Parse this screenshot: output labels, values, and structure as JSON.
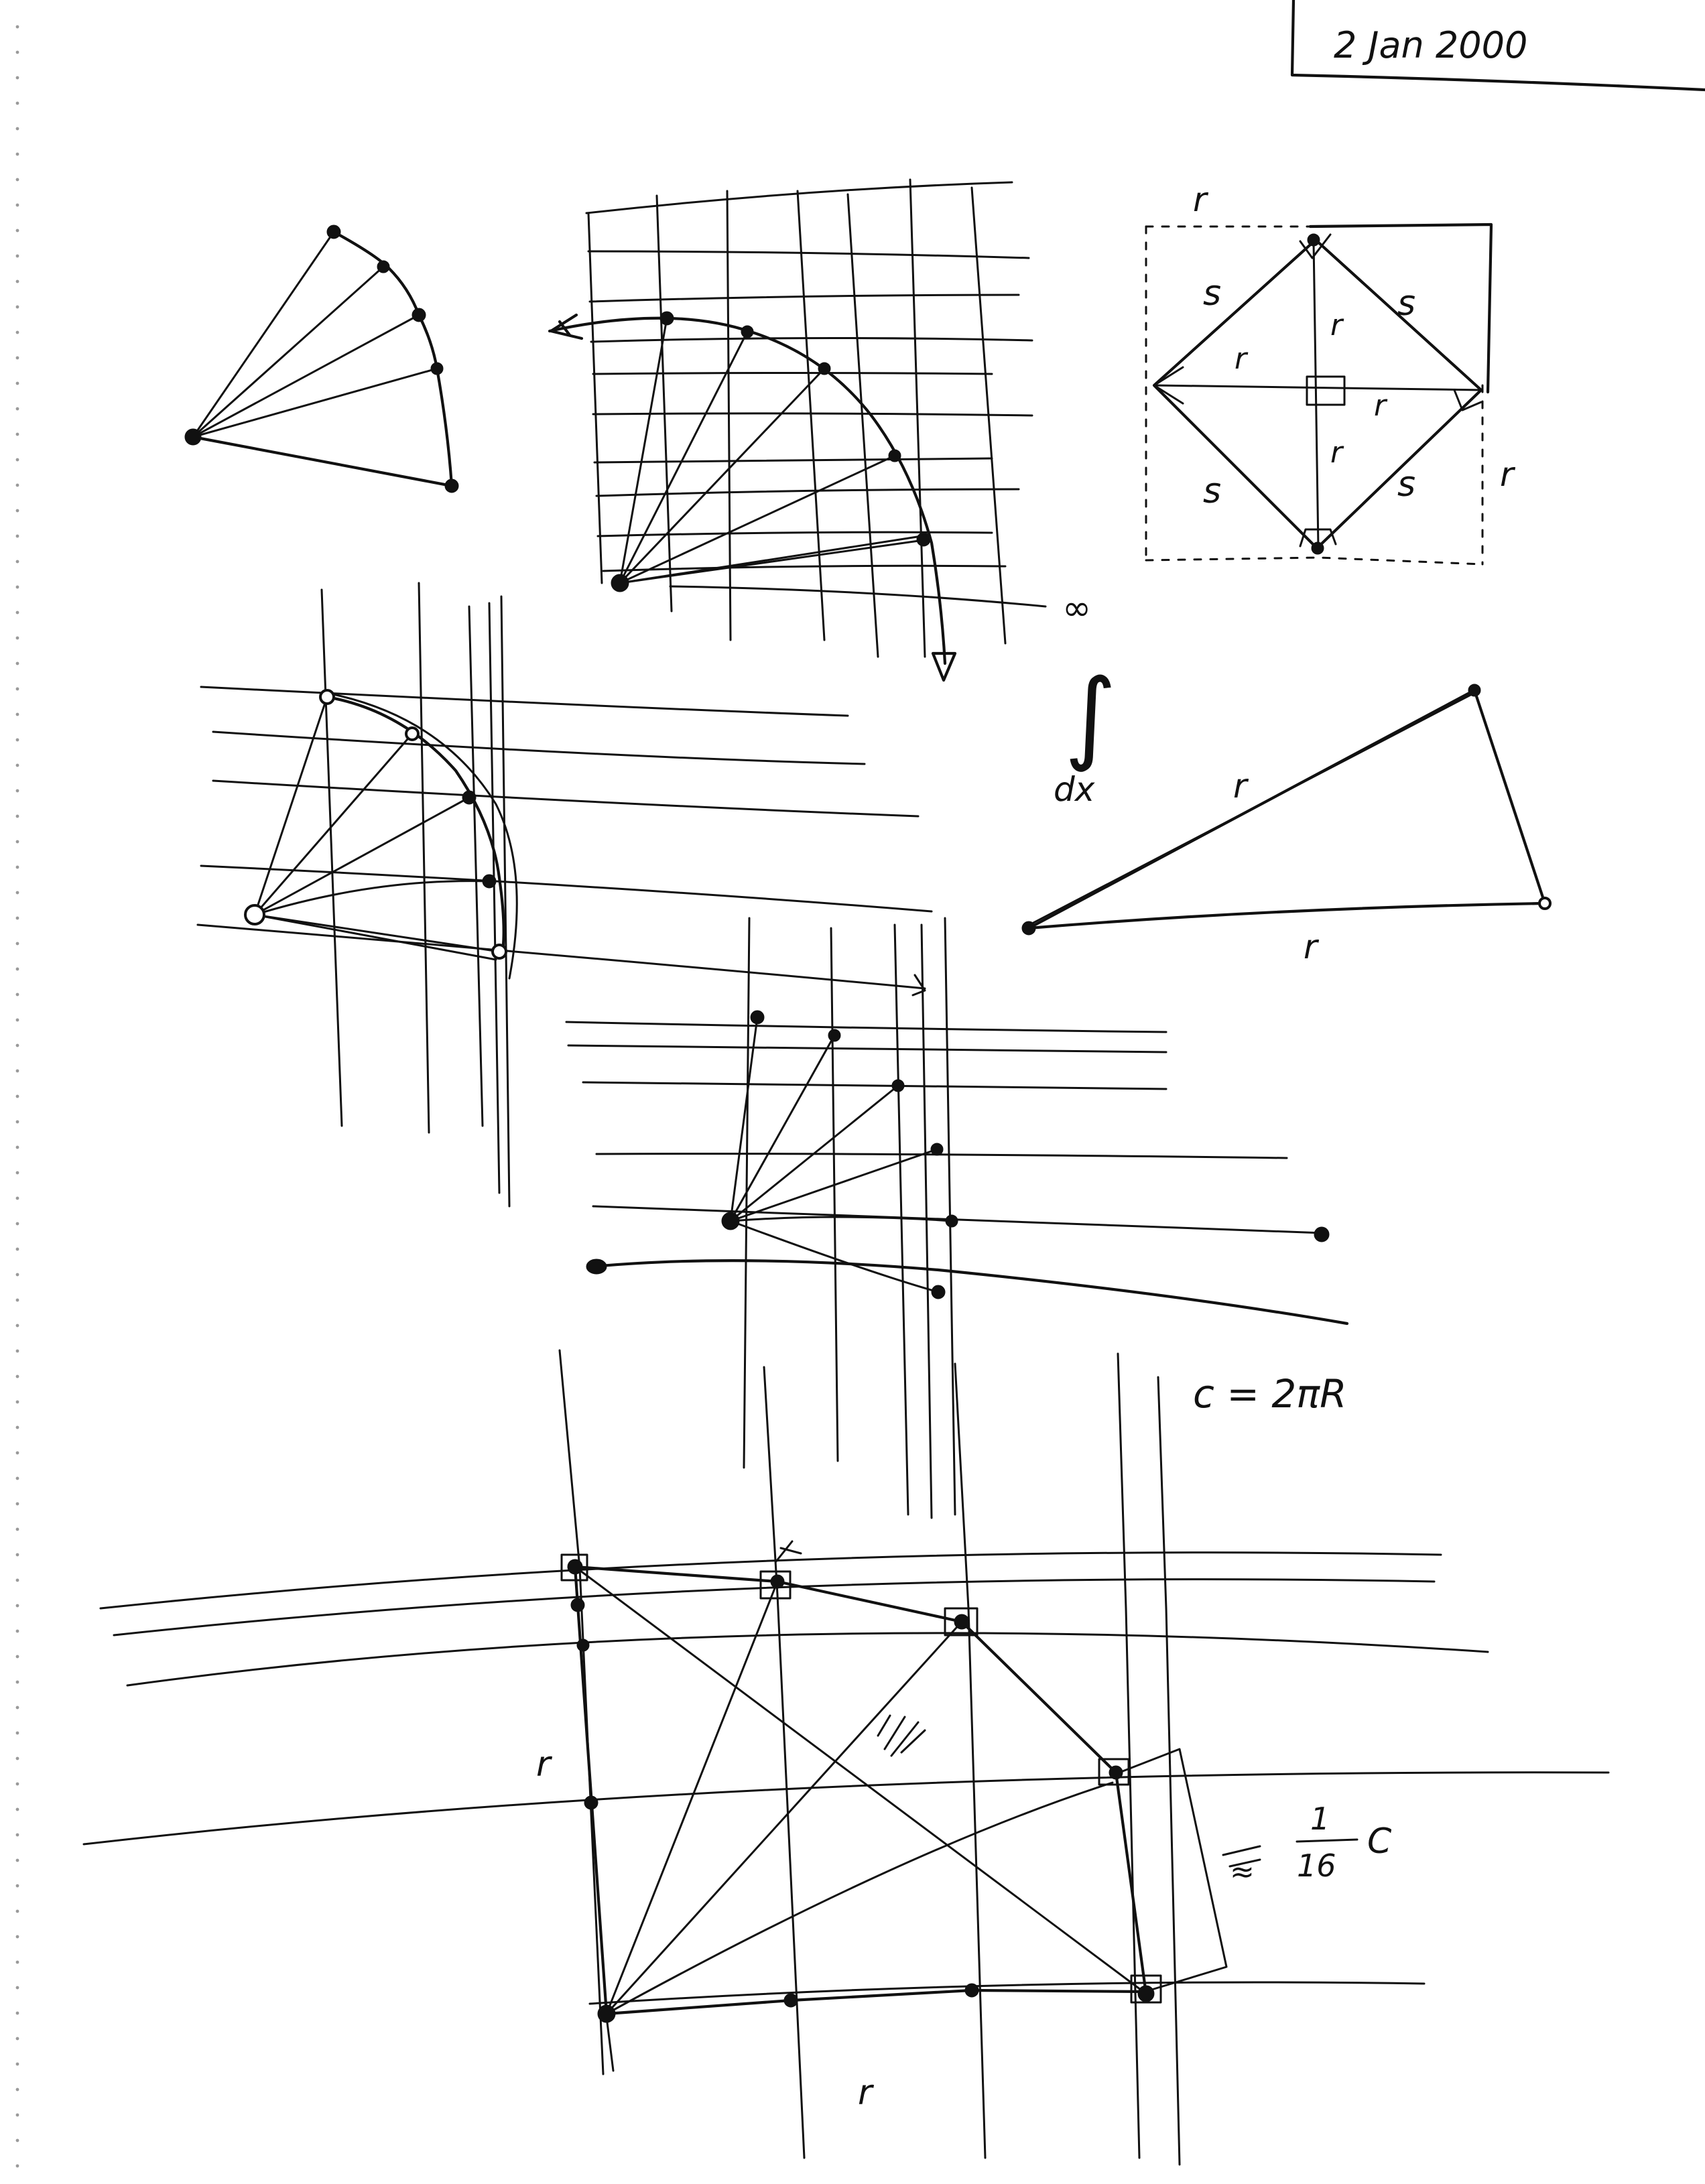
{
  "date": "2 Jan 2000",
  "labels": {
    "square_top_r": "r",
    "square_right_r": "r",
    "s_top_left": "s",
    "s_top_right": "s",
    "s_bottom_left": "s",
    "s_bottom_right": "s",
    "r_up": "r",
    "r_left": "r",
    "r_right": "r",
    "r_down": "r",
    "triangle_hyp": "r",
    "triangle_base": "r",
    "integral_upper": "∞",
    "integral_sign": "∫",
    "integral_lower": "dx",
    "circumference": "c = 2πR",
    "fraction_num": "1",
    "fraction_den": "16",
    "fraction_suffix": "C",
    "approx": "≈",
    "big_left_r": "r",
    "big_bottom_r": "r"
  },
  "colors": {
    "ink": "#111111",
    "paper": "#ffffff"
  }
}
